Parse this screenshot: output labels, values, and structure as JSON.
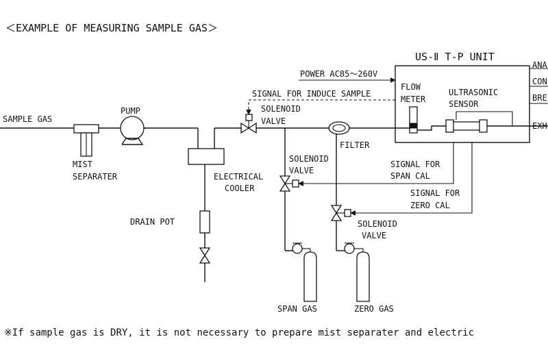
{
  "title": "＜EXAMPLE OF MEASURING SAMPLE GAS＞",
  "unit_title": "US-Ⅱ T-P UNIT",
  "labels": {
    "sample_gas": "SAMPLE GAS",
    "pump": "PUMP",
    "mist_1": "MIST",
    "mist_2": "SEPARATER",
    "cooler_1": "ELECTRICAL",
    "cooler_2": "COOLER",
    "drain_pot": "DRAIN POT",
    "power": "POWER AC85～260V",
    "signal_induce": "SIGNAL FOR INDUCE SAMPLE",
    "sol1_1": "SOLENOID",
    "sol1_2": "VALVE",
    "filter": "FILTER",
    "sol2_1": "SOLENOID",
    "sol2_2": "VALVE",
    "span_cal_1": "SIGNAL FOR",
    "span_cal_2": "SPAN CAL",
    "zero_cal_1": "SIGNAL FOR",
    "zero_cal_2": "ZERO CAL",
    "sol3_1": "SOLENOID",
    "sol3_2": "VALVE",
    "span_gas": "SPAN GAS",
    "zero_gas": "ZERO GAS",
    "flow_1": "FLOW",
    "flow_2": "METER",
    "ultra_1": "ULTRASONIC",
    "ultra_2": "SENSOR",
    "out_ana": "ANA",
    "out_con": "CON",
    "out_bre": "BRE",
    "out_exh": "EXH"
  },
  "footnote": "※If sample gas is DRY, it is not necessary to prepare mist separater and electric"
}
